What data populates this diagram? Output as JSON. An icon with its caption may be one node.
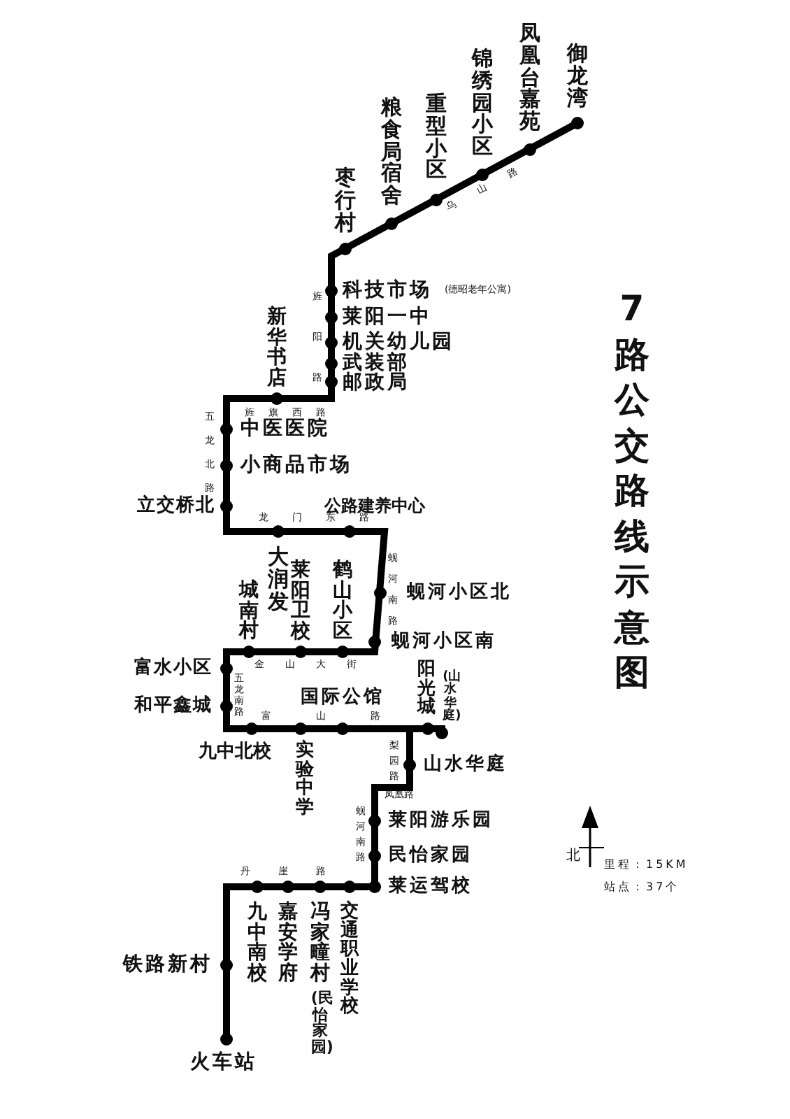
{
  "diagram": {
    "title": "7路公交路线示意图",
    "labels": [
      "御龙湾",
      "凤凰台嘉苑",
      "锦绣园小区",
      "重型小区",
      "粮食局宿舍",
      "枣行村",
      "科技市场",
      "(德昭老年公寓)",
      "莱阳一中",
      "机关幼儿园",
      "新华书店",
      "武装部",
      "邮政局",
      "中医医院",
      "小商品市场",
      "立交桥北",
      "公路建养中心",
      "大润发",
      "莱阳卫校",
      "鹤山小区",
      "城南村",
      "蚬河小区北",
      "蚬河小区南",
      "富水小区",
      "和平鑫城",
      "国际公馆",
      "阳光城",
      "(山水华庭)",
      "九中北校",
      "实验中学",
      "山水华庭",
      "莱阳游乐园",
      "民怡家园",
      "莱运驾校",
      "九中南校",
      "嘉安学府",
      "冯家疃村",
      "(民怡家园)",
      "交通职业学校",
      "铁路新村",
      "火车站",
      "乌山路",
      "旌阳路",
      "旌旗西路",
      "五龙北路",
      "龙门东路",
      "蚬河南路",
      "金山大街",
      "五龙南路",
      "富山路",
      "梨园路",
      "凤凰路",
      "蚬河南路",
      "丹崖路",
      "北",
      "里程：15KM",
      "站点：37个"
    ]
  }
}
